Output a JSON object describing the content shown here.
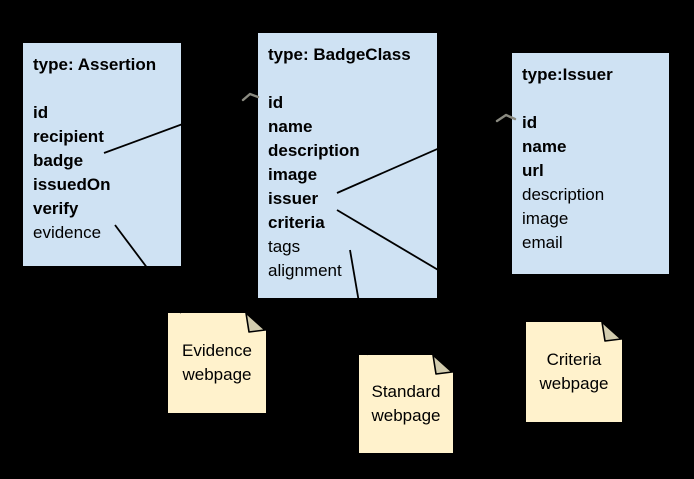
{
  "canvas": {
    "background": "#000000"
  },
  "colors": {
    "entity_fill": "#cfe2f3",
    "note_fill": "#fff2cc",
    "note_fold": "#d2ccae",
    "connector": "#000000",
    "arrow_fragment": "#8a8a80",
    "text": "#000000"
  },
  "entities": [
    {
      "title": "type: Assertion",
      "fields": [
        {
          "label": "id",
          "bold": true
        },
        {
          "label": "recipient",
          "bold": true
        },
        {
          "label": "badge",
          "bold": true
        },
        {
          "label": "issuedOn",
          "bold": true
        },
        {
          "label": "verify",
          "bold": true
        },
        {
          "label": "evidence",
          "bold": false
        }
      ]
    },
    {
      "title": "type: BadgeClass",
      "fields": [
        {
          "label": "id",
          "bold": true
        },
        {
          "label": "name",
          "bold": true
        },
        {
          "label": "description",
          "bold": true
        },
        {
          "label": "image",
          "bold": true
        },
        {
          "label": "issuer",
          "bold": true
        },
        {
          "label": "criteria",
          "bold": true
        },
        {
          "label": "tags",
          "bold": false
        },
        {
          "label": "alignment",
          "bold": false
        }
      ]
    },
    {
      "title": "type:Issuer",
      "fields": [
        {
          "label": "id",
          "bold": true
        },
        {
          "label": "name",
          "bold": true
        },
        {
          "label": "url",
          "bold": true
        },
        {
          "label": "description",
          "bold": false
        },
        {
          "label": "image",
          "bold": false
        },
        {
          "label": "email",
          "bold": false
        }
      ]
    }
  ],
  "notes": [
    {
      "label": "Evidence webpage"
    },
    {
      "label": "Standard webpage"
    },
    {
      "label": "Criteria webpage"
    }
  ],
  "connectors": [
    {
      "from": "Assertion.badge",
      "to": "BadgeClass"
    },
    {
      "from": "Assertion.evidence",
      "to": "Evidence webpage"
    },
    {
      "from": "BadgeClass.issuer",
      "to": "Issuer"
    },
    {
      "from": "BadgeClass.criteria",
      "to": "Criteria webpage"
    },
    {
      "from": "BadgeClass.alignment",
      "to": "Standard webpage"
    }
  ]
}
